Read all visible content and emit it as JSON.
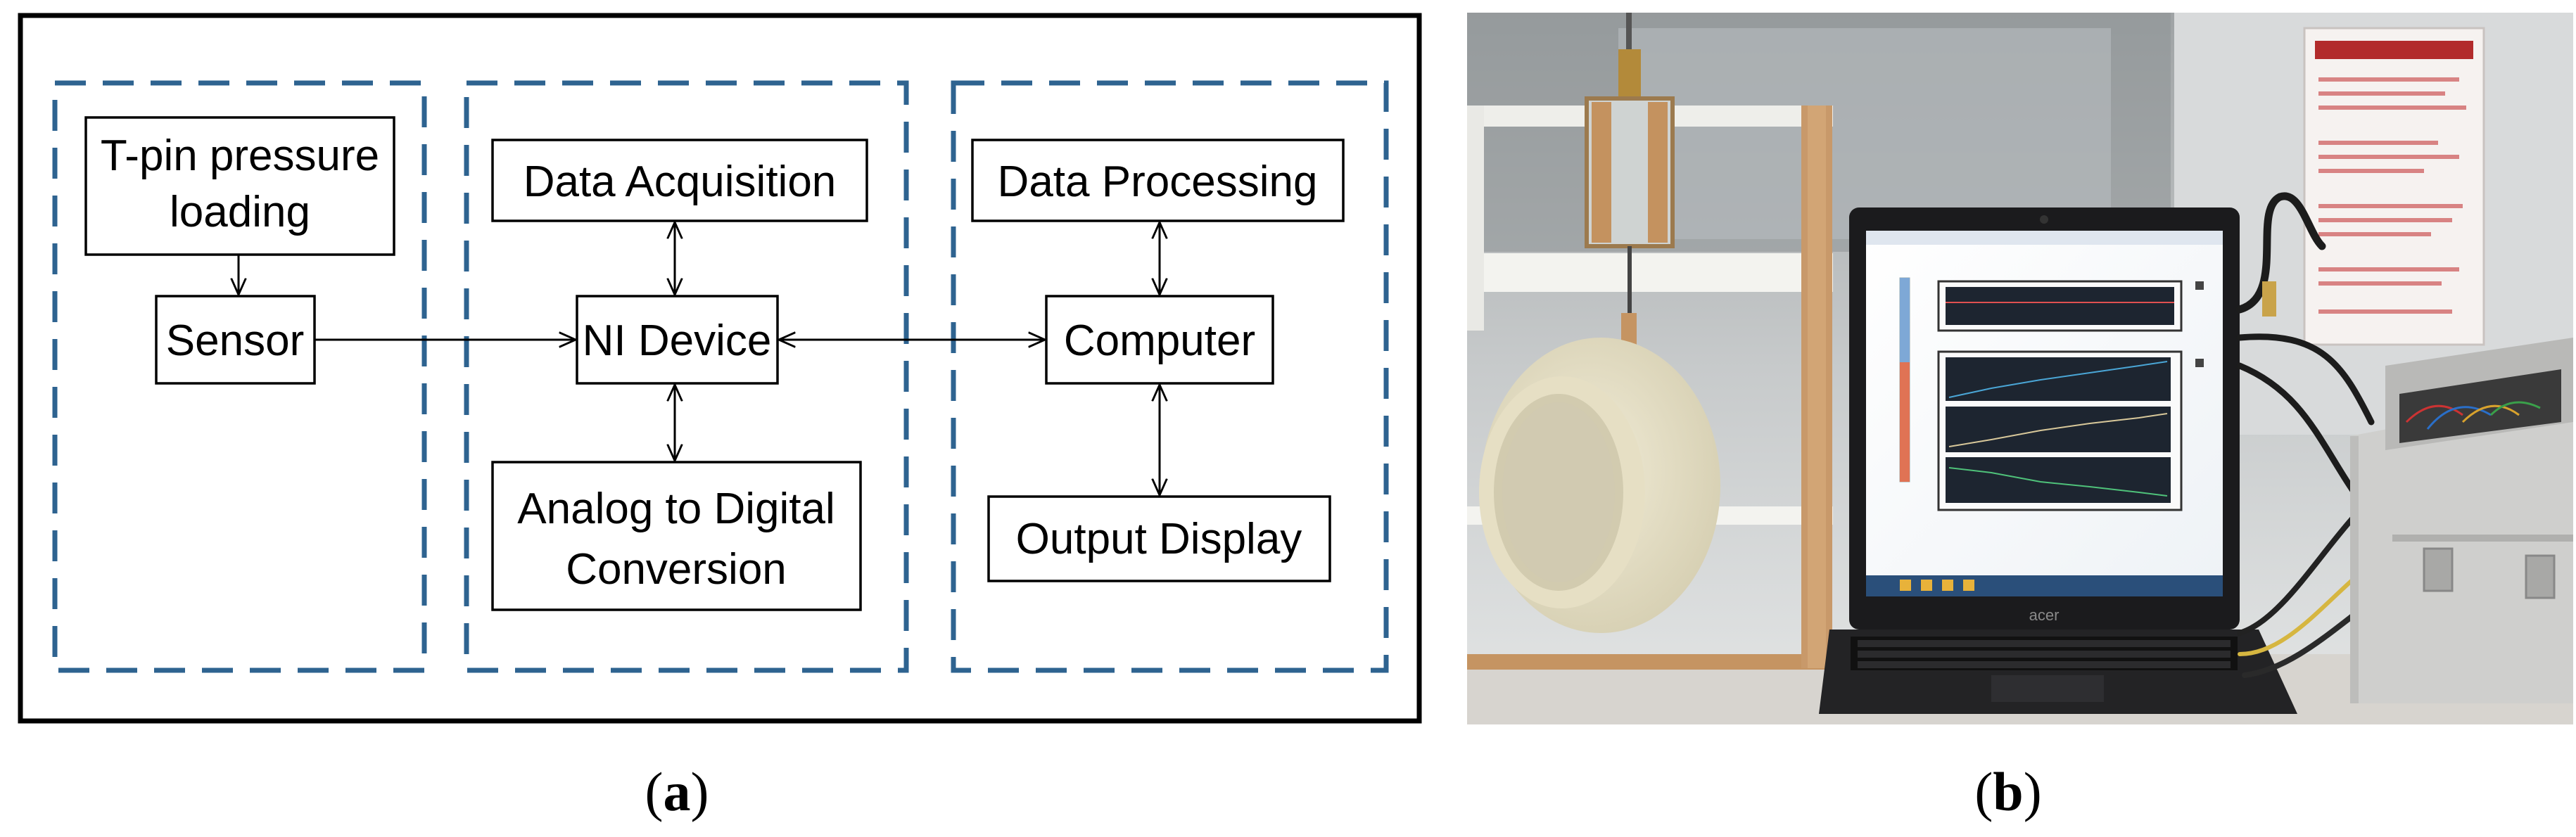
{
  "panel_a": {
    "caption_letter": "a",
    "boxes": {
      "pressure_loading_line1": "T-pin pressure",
      "pressure_loading_line2": "loading",
      "sensor": "Sensor",
      "data_acquisition": "Data Acquisition",
      "ni_device": "NI Device",
      "adc_line1": "Analog to Digital",
      "adc_line2": "Conversion",
      "data_processing": "Data Processing",
      "computer": "Computer",
      "output_display": "Output Display"
    },
    "colors": {
      "dashed_group": "#2e6390",
      "frame": "#000000"
    }
  },
  "panel_b": {
    "caption_letter": "b",
    "laptop_brand": "acer"
  }
}
